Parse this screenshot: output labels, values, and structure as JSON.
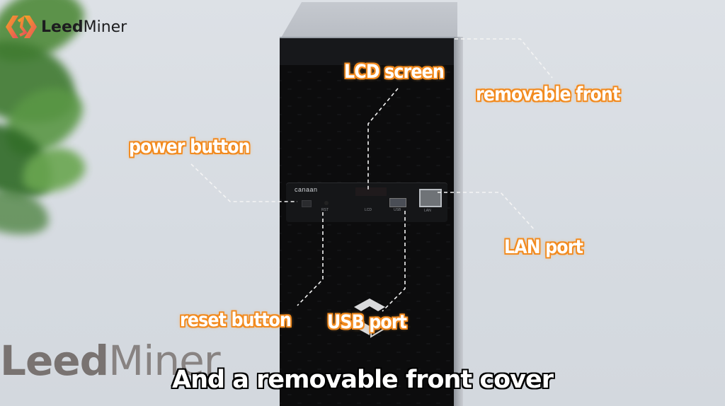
{
  "brand": {
    "logo_text_bold": "Leed",
    "logo_text_light": "Miner",
    "logo_colors": {
      "gradient_start": "#f5a623",
      "gradient_end": "#e8505b"
    }
  },
  "watermark": {
    "text_bold": "Leed",
    "text_light": "Miner"
  },
  "device": {
    "panel_brand": "canaan",
    "port_labels": {
      "reset": "RST",
      "lcd": "LCD",
      "usb": "USB",
      "lan": "LAN"
    }
  },
  "callouts": {
    "lcd_screen": "LCD screen",
    "removable_front": "removable front",
    "power_button": "power button",
    "lan_port": "LAN port",
    "reset_button": "reset button",
    "usb_port": "USB port"
  },
  "subtitle": "And a removable front cover",
  "colors": {
    "callout_outline": "#f28a1e",
    "callout_text": "#ffffff",
    "subtitle_outline": "#000000",
    "background": "#d8dce2",
    "device_body": "#1a1b1e"
  }
}
